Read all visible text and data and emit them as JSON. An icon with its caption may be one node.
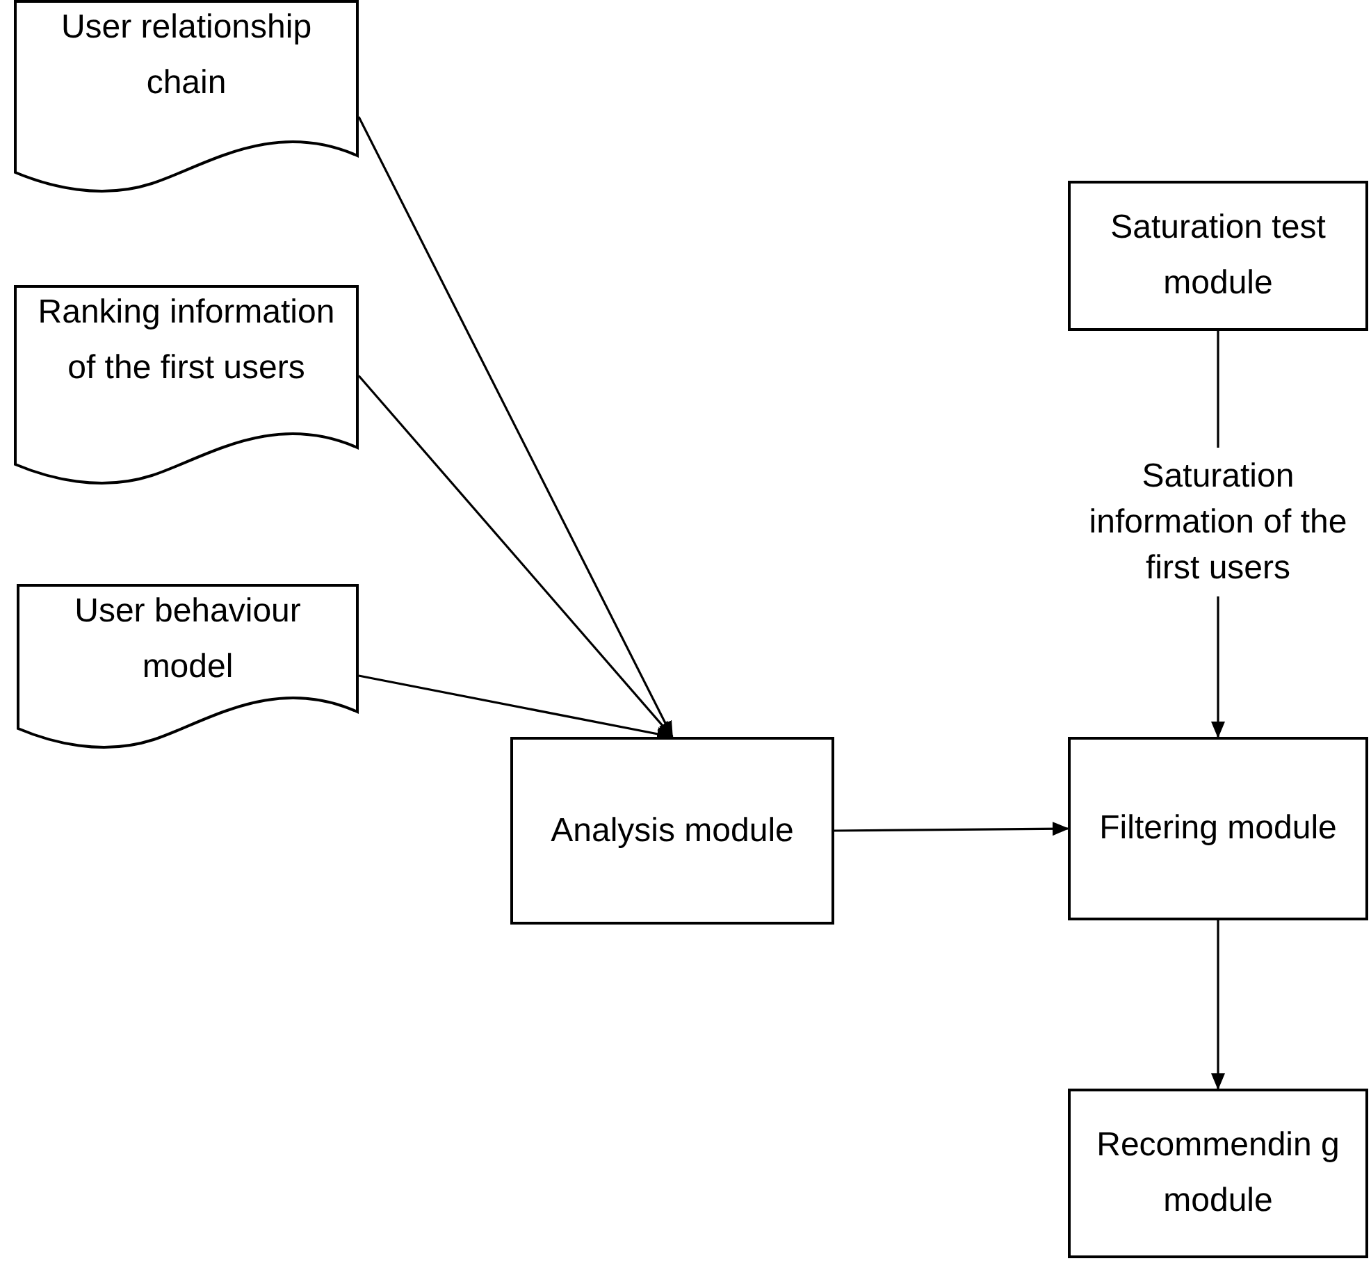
{
  "diagram": {
    "nodes": [
      {
        "text": [
          "User relationship chain"
        ]
      },
      {
        "text": [
          "Ranking information of the first users"
        ]
      },
      {
        "text": [
          "User behaviour model"
        ]
      },
      {
        "text": [
          "Analysis module"
        ]
      },
      {
        "text": [
          "Saturation test module"
        ]
      },
      {
        "text": [
          "Filtering module"
        ]
      },
      {
        "text": [
          "Recommendin g module"
        ]
      }
    ],
    "edges": [
      {
        "from": 0,
        "to": 3,
        "arrow": "to"
      },
      {
        "from": 1,
        "to": 3,
        "arrow": "to"
      },
      {
        "from": 2,
        "to": 3,
        "arrow": "to"
      },
      {
        "from": 3,
        "to": 5,
        "arrow": "to"
      },
      {
        "from": 4,
        "to": 5,
        "arrow": "to",
        "label": "Saturation information of the first users"
      },
      {
        "from": 5,
        "to": 6,
        "arrow": "to"
      }
    ]
  }
}
